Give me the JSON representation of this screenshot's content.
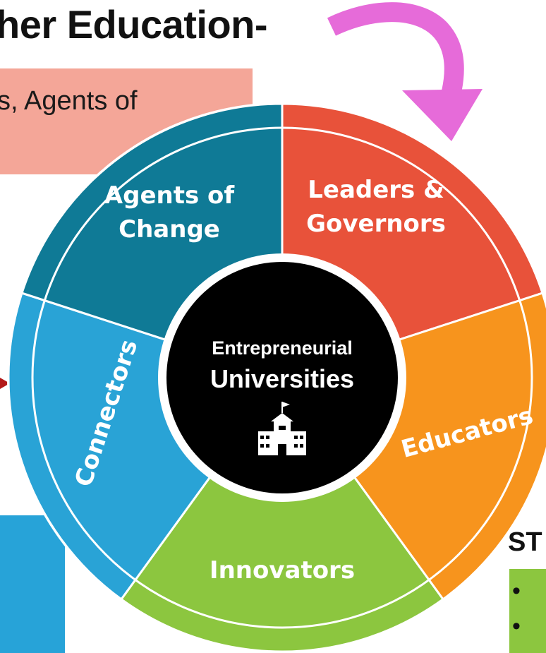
{
  "title": "her Education-",
  "subtitle_fragment": "s, Agents of",
  "side_label": "ST",
  "bullets": [
    "•",
    "•"
  ],
  "wheel": {
    "center": {
      "line1": "Entrepreneurial",
      "line2": "Universities",
      "icon": "school-building-icon"
    },
    "segments": [
      {
        "label_lines": [
          "Leaders &",
          "Governors"
        ],
        "color": "#e8523a"
      },
      {
        "label_lines": [
          "Educators"
        ],
        "color": "#f7941d"
      },
      {
        "label_lines": [
          "Innovators"
        ],
        "color": "#8cc63f"
      },
      {
        "label_lines": [
          "Connectors"
        ],
        "color": "#29a3d6"
      },
      {
        "label_lines": [
          "Agents of",
          "Change"
        ],
        "color": "#0f7a96"
      }
    ]
  },
  "colors": {
    "pink_box": "#f4a698",
    "blue_box": "#27a3d8",
    "green_box": "#8cc63f",
    "pink_arrow": "#e66bd9",
    "red_arrow": "#b21a1a"
  }
}
